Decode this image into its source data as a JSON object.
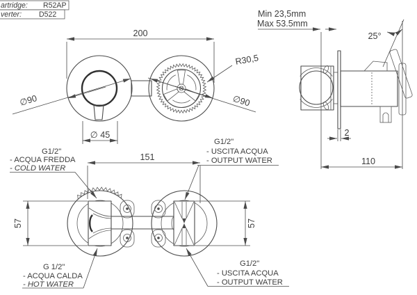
{
  "info_table": {
    "cartridge_label": "artridge:",
    "cartridge_value": "R52AP",
    "diverter_label": "verter:",
    "diverter_value": "D522"
  },
  "front_view": {
    "overall_width": "200",
    "knob_diameter": "∅ 45",
    "left_rosette_diameter": "∅90",
    "right_rosette_diameter": "∅90",
    "wheel_radius": "R30,5"
  },
  "side_view": {
    "wall_min": "Min 23,5mm",
    "wall_max": "Max 53.5mm",
    "handle_angle": "25°",
    "plate_thickness": "2",
    "total_depth": "110"
  },
  "rough_view": {
    "port_distance": "151",
    "left_body_height": "57",
    "right_body_height": "57",
    "cold": {
      "thread": "G1/2\"",
      "it": "- ACQUA FREDDA",
      "en": "- COLD WATER"
    },
    "hot": {
      "thread": "G 1/2\"",
      "it": "- ACQUA CALDA",
      "en": "- HOT WATER"
    },
    "outlet_top": {
      "thread": "G1/2\"",
      "it": "- USCITA ACQUA",
      "en": "- OUTPUT WATER"
    },
    "outlet_bottom": {
      "thread": "G1/2\"",
      "it": "- USCITA ACQUA",
      "en": "- OUTPUT WATER"
    }
  },
  "colors": {
    "line": "#4a4a4a",
    "cold": "#2121cd",
    "hot": "#e04040",
    "text": "#3d3d3d"
  }
}
